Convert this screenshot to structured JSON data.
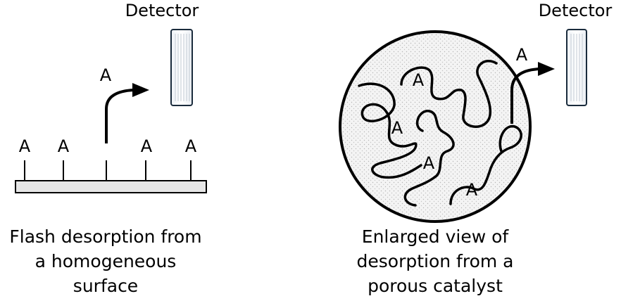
{
  "left_panel": {
    "detector_label": "Detector",
    "desorbing_species": "A",
    "surface_species": [
      "A",
      "A",
      "A",
      "A"
    ],
    "caption": [
      "Flash desorption from",
      "a homogeneous",
      "surface"
    ]
  },
  "right_panel": {
    "detector_label": "Detector",
    "desorbing_species": "A",
    "pore_species": [
      "A",
      "A",
      "A",
      "A"
    ],
    "caption": [
      "Enlarged view of",
      "desorption from a",
      "porous catalyst"
    ]
  }
}
